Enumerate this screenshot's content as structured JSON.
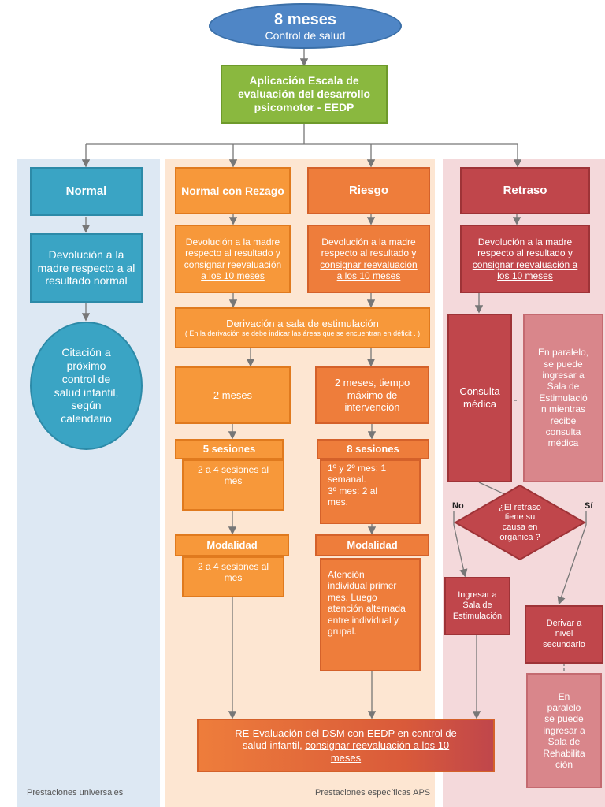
{
  "header": {
    "title": "8  meses",
    "subtitle": "Control de salud"
  },
  "eedp": {
    "line1": "Aplicación  Escala de",
    "line2": "evaluación del desarrollo",
    "line3": "psicomotor - EEDP"
  },
  "normal": {
    "title": "Normal",
    "devolucion": {
      "l1": "Devolución a la",
      "l2": "madre respecto a al",
      "l3": "resultado normal"
    },
    "citacion": {
      "l1": "Citación a",
      "l2": "próximo",
      "l3": "control de",
      "l4": "salud infantil,",
      "l5": "según",
      "l6": "calendario"
    }
  },
  "rezago": {
    "title": "Normal con Rezago",
    "devolucion": {
      "l1": "Devolución a la madre",
      "l2": "respecto al resultado  y",
      "l3": "consignar reevaluación",
      "l4": "a los 10 meses"
    },
    "meses": "2 meses",
    "sesiones_title": "5 sesiones",
    "sesiones": {
      "l1": "2 a 4 sesiones al",
      "l2": "mes"
    },
    "modalidad_title": "Modalidad",
    "modalidad": {
      "l1": "2 a 4 sesiones al",
      "l2": "mes"
    }
  },
  "riesgo": {
    "title": "Riesgo",
    "devolucion": {
      "l1": "Devolución a la madre",
      "l2": "respecto al resultado  y",
      "l3": "consignar reevaluación",
      "l4": "a los 10 meses"
    },
    "meses": {
      "l1": "2 meses, tiempo",
      "l2": "máximo de",
      "l3": "intervención"
    },
    "sesiones_title": "8 sesiones",
    "sesiones": {
      "l1": "1º y 2º mes: 1",
      "l2": "semanal.",
      "l3": "3º mes: 2 al",
      "l4": "mes."
    },
    "modalidad_title": "Modalidad",
    "modalidad": {
      "l1": "Atención",
      "l2": "individual primer",
      "l3": "mes. Luego",
      "l4": "atención alternada",
      "l5": "entre individual y",
      "l6": "grupal."
    }
  },
  "derivacion": {
    "title": "Derivación a sala de estimulación",
    "note": "( En la derivación se debe indicar las áreas que se encuentran en déficit . )"
  },
  "retraso": {
    "title": "Retraso",
    "devolucion": {
      "l1": "Devolución a la madre",
      "l2": "respecto al resultado  y",
      "l3": "consignar reevaluación  a",
      "l4": "los 10 meses"
    },
    "consulta": {
      "l1": "Consulta",
      "l2": "médica"
    },
    "paralelo": {
      "l1": "En paralelo,",
      "l2": "se puede",
      "l3": "ingresar a",
      "l4": "Sala de",
      "l5": "Estimulació",
      "l6": "n mientras",
      "l7": "recibe",
      "l8": "consulta",
      "l9": "médica"
    },
    "pregunta": {
      "l1": "¿El retraso",
      "l2": "tiene su",
      "l3": "causa en",
      "l4": "orgánica ?"
    },
    "no": "No",
    "si": "Sí",
    "ingresar": {
      "l1": "Ingresar a",
      "l2": "Sala de",
      "l3": "Estimulación"
    },
    "derivar": {
      "l1": "Derivar a",
      "l2": "nivel",
      "l3": "secundario"
    },
    "paralelo2": {
      "l1": "En",
      "l2": "paralelo",
      "l3": "se puede",
      "l4": "ingresar a",
      "l5": "Sala de",
      "l6": "Rehabilita",
      "l7": "ción"
    }
  },
  "reeval": {
    "l1": "RE-Evaluación del DSM con EEDP en control de",
    "l2a": "salud infantil, ",
    "l2b": "consignar reevaluación a los 10",
    "l3": "meses"
  },
  "footer": {
    "left": "Prestaciones universales",
    "center": "Prestaciones específicas APS"
  }
}
